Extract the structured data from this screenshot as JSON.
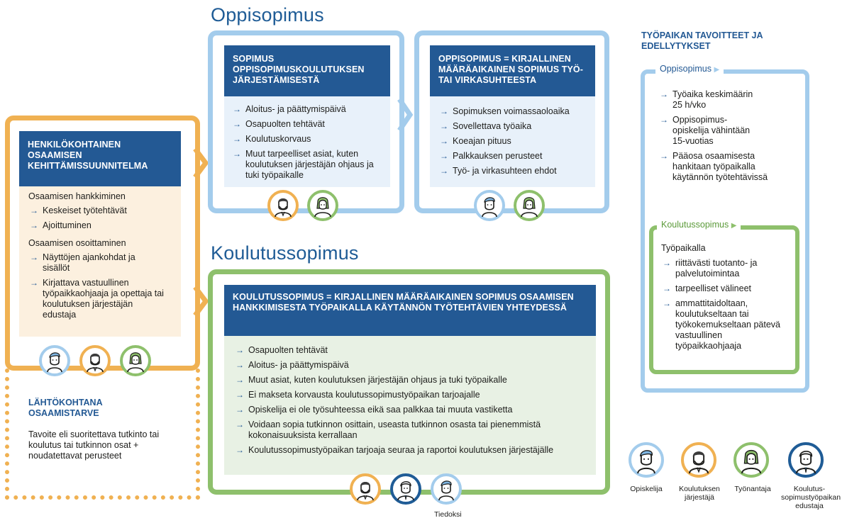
{
  "headings": {
    "oppisopimus": "Oppisopimus",
    "koulutussopimus": "Koulutussopimus"
  },
  "hoks": {
    "title": "HENKILÖKOHTAINEN OSAAMISEN KEHITTÄMISSUUNNITELMA",
    "group1_title": "Osaamisen hankkiminen",
    "group1_items": [
      "Keskeiset työtehtävät",
      "Ajoittuminen"
    ],
    "group2_title": "Osaamisen osoittaminen",
    "group2_items": [
      "Näyttöjen ajankohdat ja sisällöt",
      "Kirjattava vastuullinen työpaikkaohjaaja ja opettaja tai koulutuksen järjestäjän edustaja"
    ],
    "start_title": "LÄHTÖKOHTANA OSAAMISTARVE",
    "start_text": "Tavoite eli suoritettava tutkinto tai koulutus tai tutkinnon osat + noudatettavat perusteet"
  },
  "sopimus_box": {
    "title": "SOPIMUS OPPISOPIMUSKOULUTUKSEN JÄRJESTÄMISESTÄ",
    "items": [
      "Aloitus- ja päättymispäivä",
      "Osapuolten tehtävät",
      "Koulutuskorvaus",
      "Muut tarpeelliset asiat, kuten koulutuksen järjestäjän ohjaus ja tuki työpaikalle"
    ]
  },
  "oppisopimus_box": {
    "title": "OPPISOPIMUS = KIRJALLINEN MÄÄRÄAIKAINEN SOPIMUS TYÖ- TAI VIRKASUHTEESTA",
    "items": [
      "Sopimuksen voimassaoloaika",
      "Sovellettava työaika",
      "Koeajan pituus",
      "Palkkauksen perusteet",
      "Työ- ja virkasuhteen ehdot"
    ]
  },
  "koulutussopimus_box": {
    "title": "KOULUTUSSOPIMUS = KIRJALLINEN MÄÄRÄAIKAINEN SOPIMUS OSAAMISEN HANKKIMISESTA TYÖPAIKALLA KÄYTÄNNÖN TYÖTEHTÄVIEN YHTEYDESSÄ",
    "items": [
      "Osapuolten tehtävät",
      "Aloitus- ja päättymispäivä",
      "Muut asiat, kuten koulutuksen järjestäjän ohjaus ja tuki työpaikalle",
      "Ei makseta korvausta koulutussopimustyöpaikan tarjoajalle",
      "Opiskelija ei ole työsuhteessa eikä saa palkkaa tai muuta vastiketta",
      "Voidaan sopia tutkinnon osittain, useasta tutkinnon osasta tai pienemmistä kokonaisuuksista kerrallaan",
      "Koulutussopimustyöpaikan tarjoaja seuraa ja raportoi koulutuksen järjestäjälle"
    ],
    "tiedoksi": "Tiedoksi"
  },
  "right_panel": {
    "title": "TYÖPAIKAN TAVOITTEET JA EDELLYTYKSET",
    "opp_tab": "Oppisopimus",
    "opp_items": [
      "Työaika keskimäärin 25 h/vko",
      "Oppisopimus-opiskelija vähintään 15-vuotias",
      "Pääosa osaamisesta hankitaan työpaikalla käytännön työtehtävissä"
    ],
    "kou_tab": "Koulutussopimus",
    "kou_intro": "Työpaikalla",
    "kou_items": [
      "riittävästi tuotanto- ja palvelutoimintaa",
      "tarpeelliset välineet",
      "ammattitaidoltaan, koulutukseltaan tai työkokemukseltaan pätevä vastuullinen työpaikkaohjaaja"
    ]
  },
  "legend": [
    {
      "label": "Opiskelija",
      "color": "#a3ccec",
      "icon": "student-icon"
    },
    {
      "label": "Koulutuksen järjestäjä",
      "color": "#f0b152",
      "icon": "education-provider-icon"
    },
    {
      "label": "Työnantaja",
      "color": "#8ec06c",
      "icon": "employer-icon"
    },
    {
      "label": "Koulutus-sopimustyöpaikan edustaja",
      "color": "#1f5c96",
      "icon": "workplace-representative-icon"
    }
  ],
  "arrow_glyph": "→",
  "tab_arrow_glyph": "▶",
  "colors": {
    "navy": "#235994",
    "light_blue": "#a3ccec",
    "orange": "#f0b152",
    "green": "#8ec06c"
  }
}
